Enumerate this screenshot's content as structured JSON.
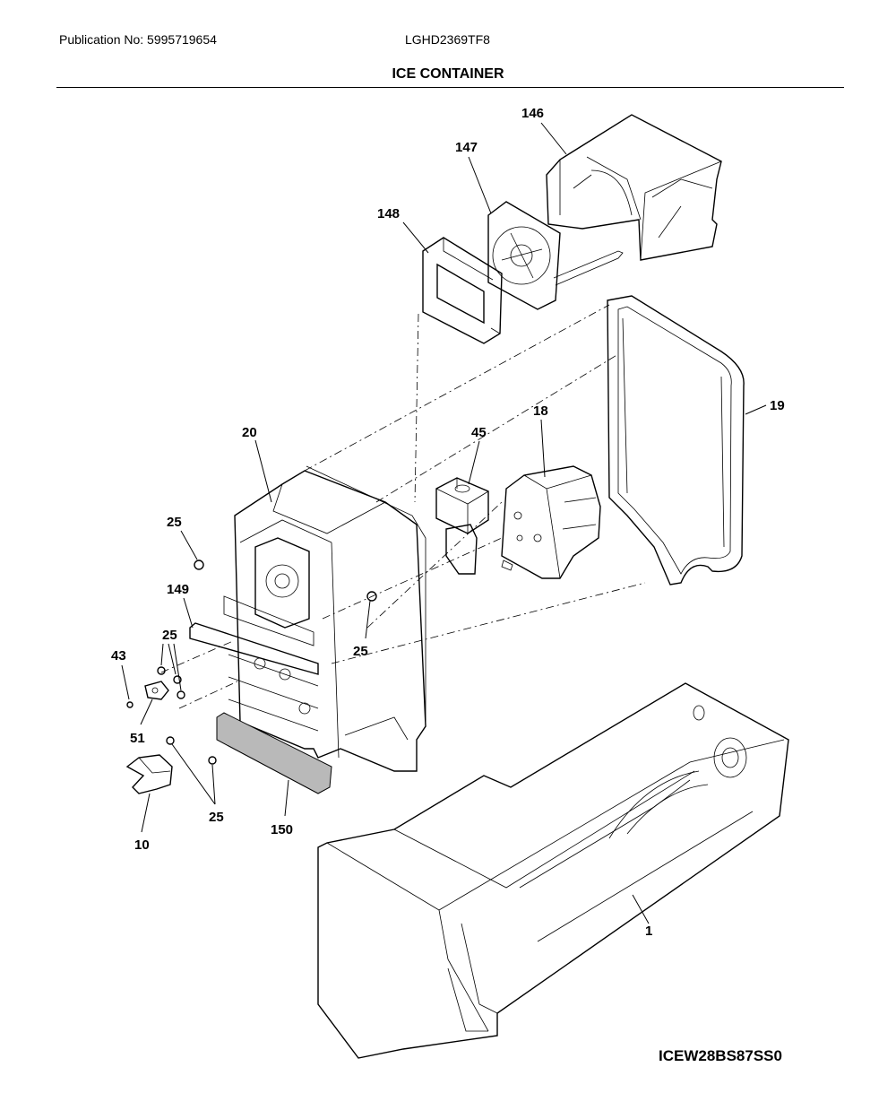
{
  "header": {
    "publication": "Publication No: 5995719654",
    "model": "LGHD2369TF8",
    "title": "ICE CONTAINER"
  },
  "callouts": {
    "p146": "146",
    "p147": "147",
    "p148": "148",
    "p19": "19",
    "p18": "18",
    "p45": "45",
    "p20": "20",
    "p25_a": "25",
    "p149": "149",
    "p25_b": "25",
    "p43": "43",
    "p25_c": "25",
    "p51": "51",
    "p10": "10",
    "p25_d": "25",
    "p150": "150",
    "p1": "1"
  },
  "footer": {
    "diagram_code": "ICEW28BS87SS0"
  }
}
